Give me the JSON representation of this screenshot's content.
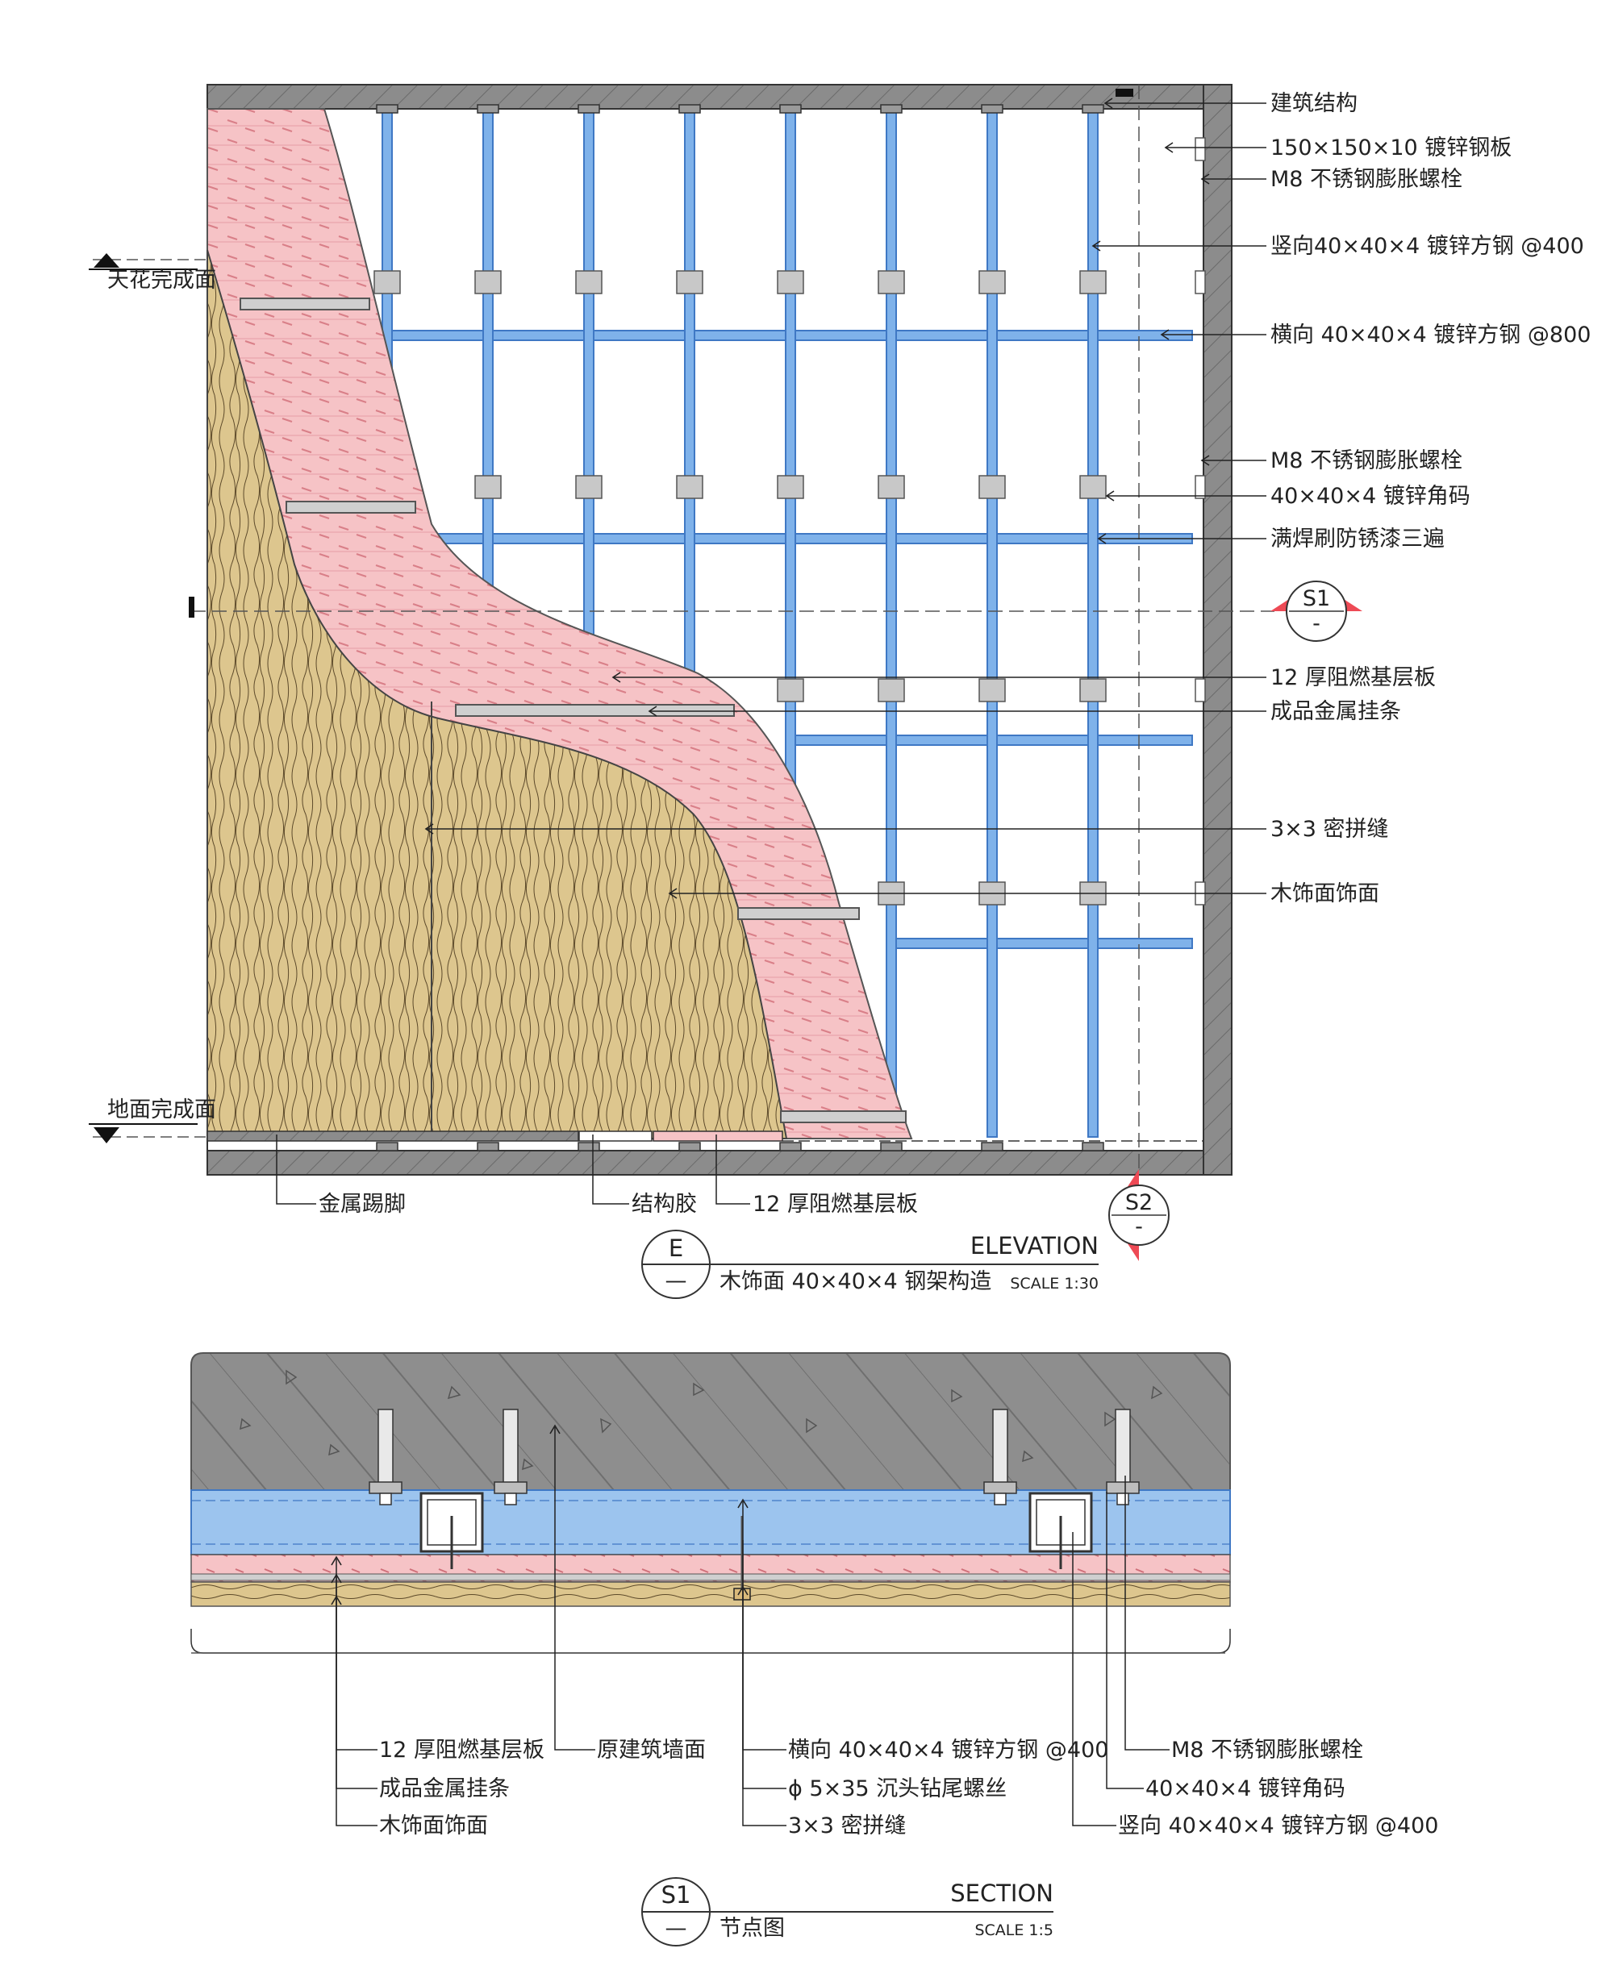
{
  "elevation": {
    "level_labels": {
      "ceiling": "天花完成面",
      "floor": "地面完成面"
    },
    "right_callouts": [
      "建筑结构",
      "150×150×10 镀锌钢板",
      "M8 不锈钢膨胀螺栓",
      "竖向40×40×4 镀锌方钢 @400",
      "横向 40×40×4 镀锌方钢 @800",
      "M8 不锈钢膨胀螺栓",
      "40×40×4 镀锌角码",
      "满焊刷防锈漆三遍",
      "12 厚阻燃基层板",
      "成品金属挂条",
      "3×3 密拼缝",
      "木饰面饰面"
    ],
    "bottom_callouts": [
      "金属踢脚",
      "结构胶",
      "12 厚阻燃基层板"
    ],
    "section_markers": [
      "S1",
      "S2"
    ],
    "marker_dash": "-",
    "title_block": {
      "code": "E",
      "sub": "—",
      "name": "ELEVATION",
      "desc": "木饰面 40×40×4 钢架构造",
      "scale": "SCALE 1:30"
    }
  },
  "section": {
    "left_callouts": [
      "12 厚阻燃基层板",
      "成品金属挂条",
      "木饰面饰面"
    ],
    "middle_callouts": [
      "原建筑墙面"
    ],
    "center_callouts": [
      "横向 40×40×4 镀锌方钢 @400",
      "ϕ 5×35 沉头钻尾螺丝",
      "3×3 密拼缝"
    ],
    "right_callouts": [
      "M8 不锈钢膨胀螺栓",
      "40×40×4 镀锌角码",
      "竖向 40×40×4 镀锌方钢 @400"
    ],
    "title_block": {
      "code": "S1",
      "sub": "—",
      "name": "SECTION",
      "desc": "节点图",
      "scale": "SCALE 1:5"
    }
  },
  "colors": {
    "steel": "#7fb2ea",
    "steel_edge": "#3f78c4",
    "pink_board": "#f6c3c6",
    "wood": "#ddc68e",
    "concrete": "#8e8e8e",
    "marker_red": "#ee4a55"
  }
}
